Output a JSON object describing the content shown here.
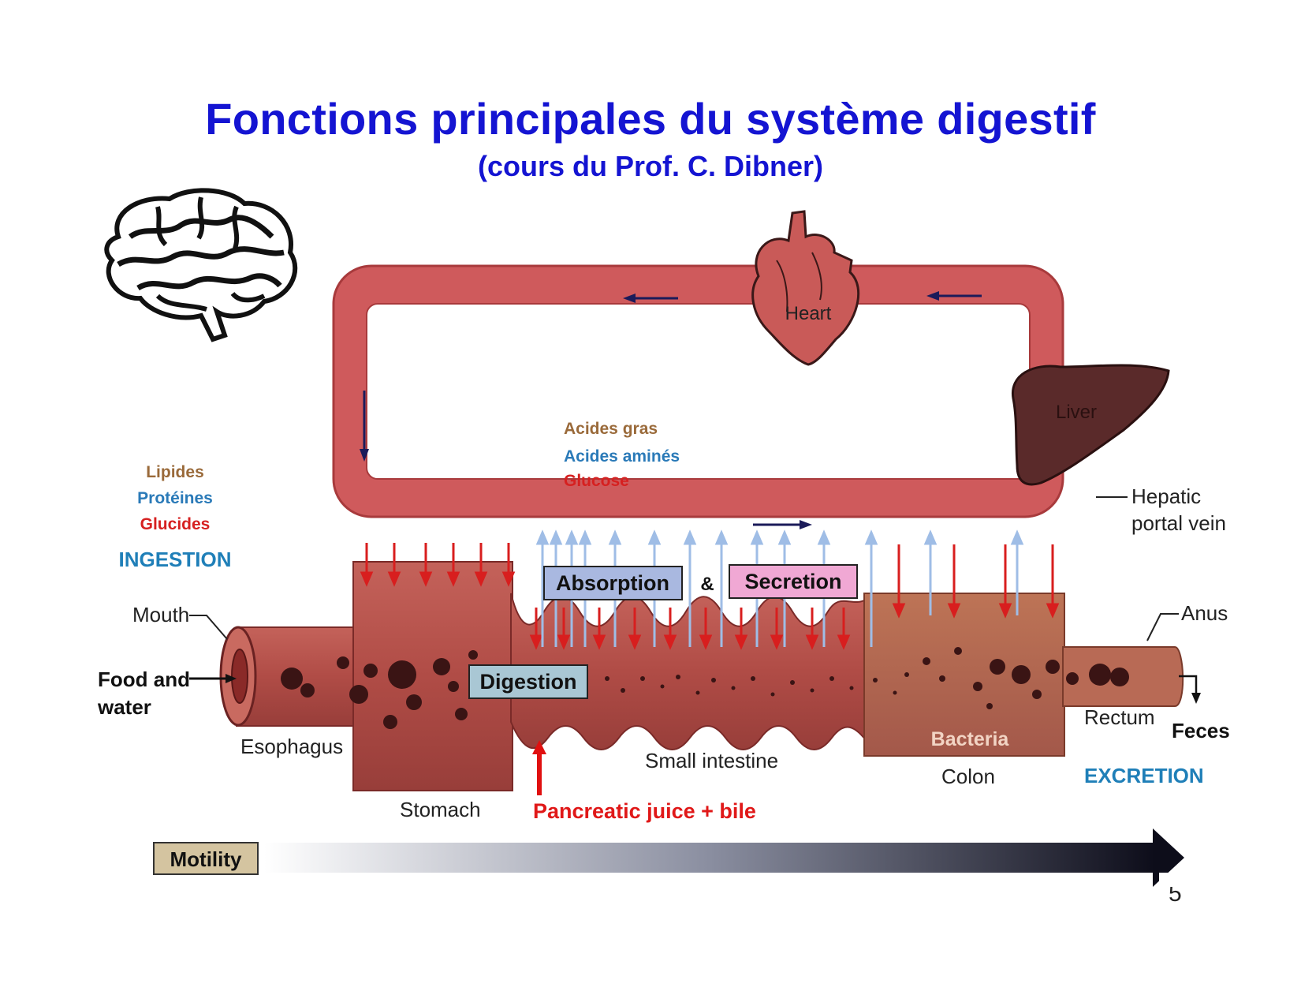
{
  "slide": {
    "title": "Fonctions principales du système digestif",
    "subtitle": "(cours du Prof. C. Dibner)",
    "page_number": "5"
  },
  "colors": {
    "title": "#1414d2",
    "vessel": "#cf5a5c",
    "vessel_dark": "#a83a3c",
    "gut": "#b5524c",
    "colon": "#b0684f",
    "lipid_label": "#9a6a3a",
    "protein_label": "#2a7ab8",
    "glucide_label": "#d62020",
    "process_label": "#1f7fb8",
    "arrow_red": "#d81e1e",
    "arrow_blue": "#9fbde6",
    "absorption_box": "#a9b8e0",
    "secretion_box": "#f0a8d4",
    "digestion_box": "#a9c7d4",
    "motility_box": "#d4c4a0"
  },
  "nutrients_in": {
    "lipids": "Lipides",
    "proteins": "Protéines",
    "carbs": "Glucides"
  },
  "nutrients_absorbed": {
    "fatty_acids": "Acides gras",
    "amino_acids": "Acides aminés",
    "glucose": "Glucose"
  },
  "processes": {
    "ingestion": "INGESTION",
    "excretion": "EXCRETION",
    "absorption": "Absorption",
    "and": "&",
    "secretion": "Secretion",
    "digestion": "Digestion",
    "motility": "Motility"
  },
  "organs": {
    "heart": "Heart",
    "liver": "Liver",
    "portal_vein_1": "Hepatic",
    "portal_vein_2": "portal vein",
    "mouth": "Mouth",
    "food_1": "Food and",
    "food_2": "water",
    "esophagus": "Esophagus",
    "stomach": "Stomach",
    "small_intestine": "Small intestine",
    "pancreatic": "Pancreatic juice + bile",
    "bacteria": "Bacteria",
    "colon": "Colon",
    "rectum": "Rectum",
    "anus": "Anus",
    "feces": "Feces"
  }
}
